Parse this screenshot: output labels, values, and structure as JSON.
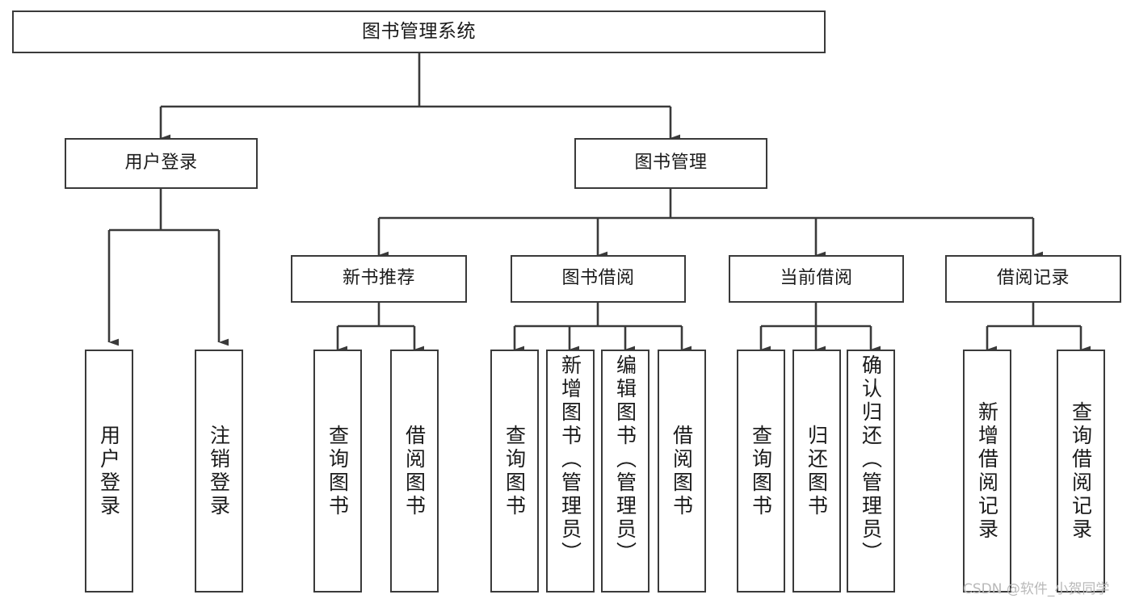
{
  "diagram": {
    "title": "图书管理系统",
    "type": "tree-hierarchy-diagram",
    "watermark": "CSDN @软件_小贺同学",
    "colors": {
      "background": "#ffffff",
      "box_border": "#3a3a3a",
      "text": "#1a1a1a",
      "edge": "#3a3a3a",
      "watermark": "#b9b9b9"
    },
    "levels": {
      "root": {
        "label": "图书管理系统"
      },
      "level2": [
        {
          "id": "user-login",
          "label": "用户登录"
        },
        {
          "id": "book-management",
          "label": "图书管理"
        }
      ],
      "level3": [
        {
          "id": "new-book-recommend",
          "label": "新书推荐",
          "parent": "book-management"
        },
        {
          "id": "book-borrow",
          "label": "图书借阅",
          "parent": "book-management"
        },
        {
          "id": "current-borrow",
          "label": "当前借阅",
          "parent": "book-management"
        },
        {
          "id": "borrow-record",
          "label": "借阅记录",
          "parent": "book-management"
        }
      ],
      "level4": [
        {
          "id": "leaf-user-login",
          "label": "用户登录",
          "parent": "user-login"
        },
        {
          "id": "leaf-logout",
          "label": "注销登录",
          "parent": "user-login"
        },
        {
          "id": "leaf-query-book-1",
          "label": "查询图书",
          "parent": "new-book-recommend"
        },
        {
          "id": "leaf-borrow-book-1",
          "label": "借阅图书",
          "parent": "new-book-recommend"
        },
        {
          "id": "leaf-query-book-2",
          "label": "查询图书",
          "parent": "book-borrow"
        },
        {
          "id": "leaf-add-book",
          "label": "新增图书（管理员）",
          "parent": "book-borrow"
        },
        {
          "id": "leaf-edit-book",
          "label": "编辑图书（管理员）",
          "parent": "book-borrow"
        },
        {
          "id": "leaf-borrow-book-2",
          "label": "借阅图书",
          "parent": "book-borrow"
        },
        {
          "id": "leaf-query-book-3",
          "label": "查询图书",
          "parent": "current-borrow"
        },
        {
          "id": "leaf-return-book",
          "label": "归还图书",
          "parent": "current-borrow"
        },
        {
          "id": "leaf-confirm-return",
          "label": "确认归还（管理员）",
          "parent": "current-borrow"
        },
        {
          "id": "leaf-add-record",
          "label": "新增借阅记录",
          "parent": "borrow-record"
        },
        {
          "id": "leaf-query-record",
          "label": "查询借阅记录",
          "parent": "borrow-record"
        }
      ]
    }
  }
}
